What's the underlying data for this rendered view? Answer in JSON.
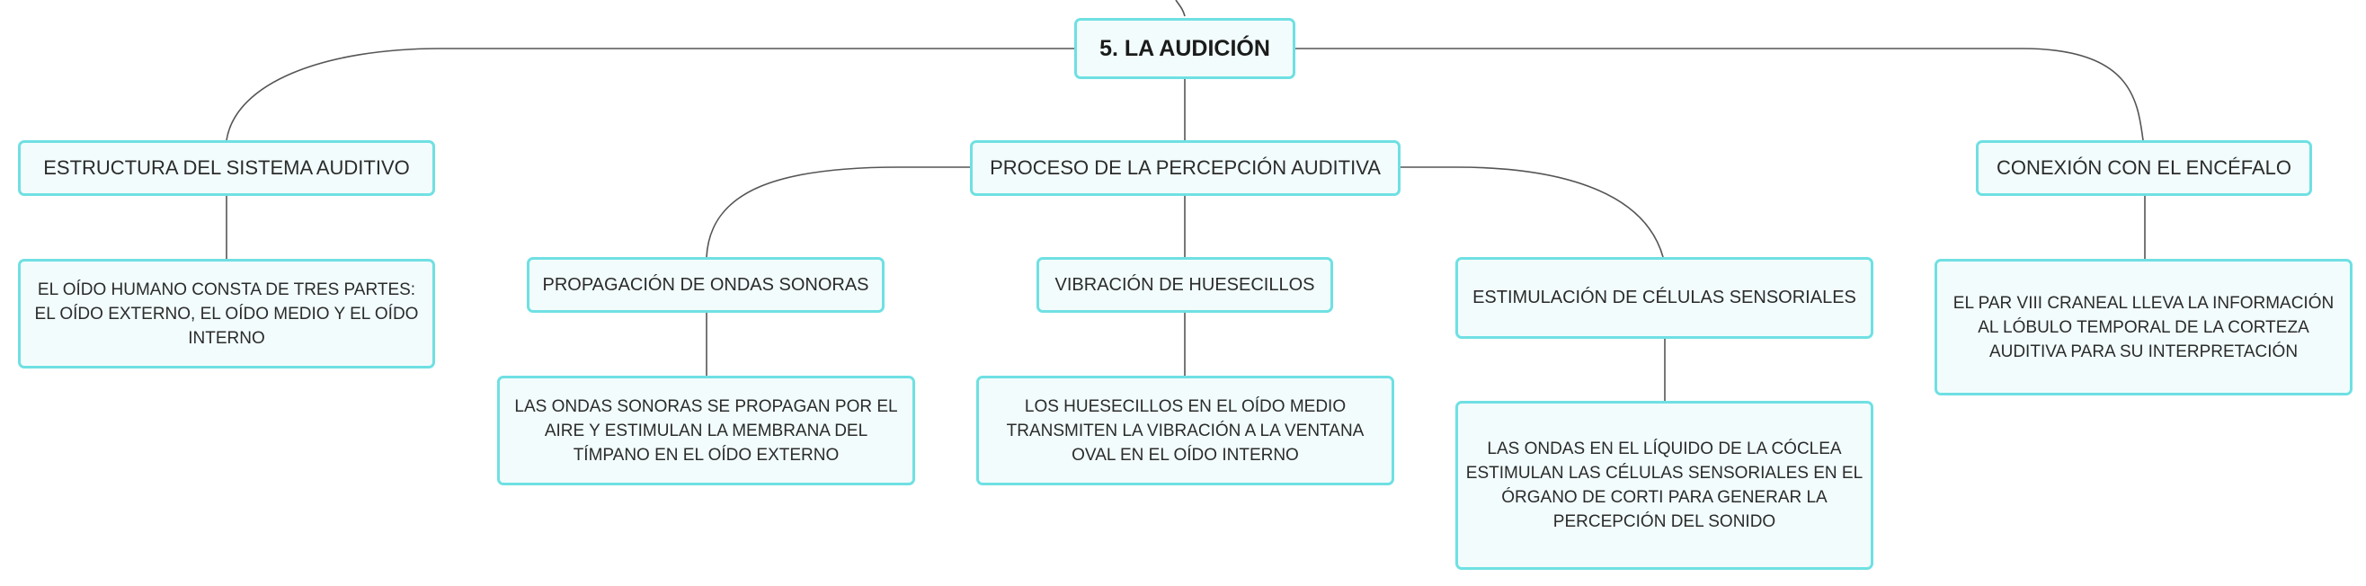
{
  "root": {
    "label": "5. LA AUDICIÓN"
  },
  "branches": [
    {
      "label": "ESTRUCTURA DEL SISTEMA AUDITIVO",
      "detail": "EL OÍDO HUMANO CONSTA DE TRES PARTES: EL OÍDO EXTERNO, EL OÍDO MEDIO Y EL OÍDO INTERNO"
    },
    {
      "label": "PROCESO DE LA PERCEPCIÓN AUDITIVA",
      "children": [
        {
          "label": "PROPAGACIÓN DE ONDAS SONORAS",
          "detail": "LAS ONDAS SONORAS SE PROPAGAN POR EL AIRE Y ESTIMULAN LA MEMBRANA DEL TÍMPANO EN EL OÍDO EXTERNO"
        },
        {
          "label": "VIBRACIÓN DE HUESECILLOS",
          "detail": "LOS HUESECILLOS EN EL OÍDO MEDIO TRANSMITEN LA VIBRACIÓN A LA VENTANA OVAL EN EL OÍDO INTERNO"
        },
        {
          "label": "ESTIMULACIÓN DE CÉLULAS SENSORIALES",
          "detail": "LAS ONDAS EN EL LÍQUIDO DE LA CÓCLEA ESTIMULAN LAS CÉLULAS SENSORIALES EN EL ÓRGANO DE CORTI PARA GENERAR LA PERCEPCIÓN DEL SONIDO"
        }
      ]
    },
    {
      "label": "CONEXIÓN CON EL ENCÉFALO",
      "detail": "EL PAR VIII CRANEAL LLEVA LA INFORMACIÓN AL LÓBULO TEMPORAL DE LA CORTEZA AUDITIVA PARA SU INTERPRETACIÓN"
    }
  ],
  "colors": {
    "node_border": "#6fe0e3",
    "node_fill": "#f2fcfc",
    "connector": "#555555",
    "text": "#2b2b2b"
  }
}
